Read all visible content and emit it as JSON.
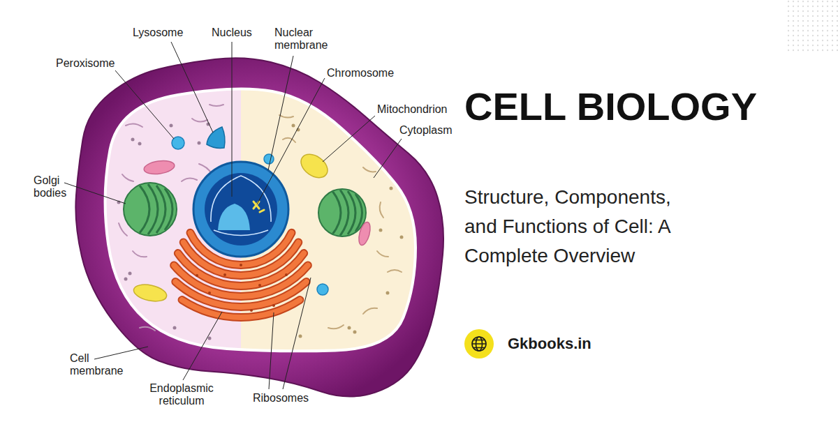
{
  "diagram": {
    "title": "CELL BIOLOGY",
    "labels": [
      "Lysosome",
      "Nucleus",
      "Nuclear membrane",
      "Peroxisome",
      "Chromosome",
      "Mitochondrion",
      "Cytoplasm",
      "Golgi bodies",
      "Cell membrane",
      "Endoplasmic reticulum",
      "Ribosomes",
      "Structure, Components, and Functions of Cell: A Complete Overview",
      "Gkbooks.in"
    ]
  }
}
